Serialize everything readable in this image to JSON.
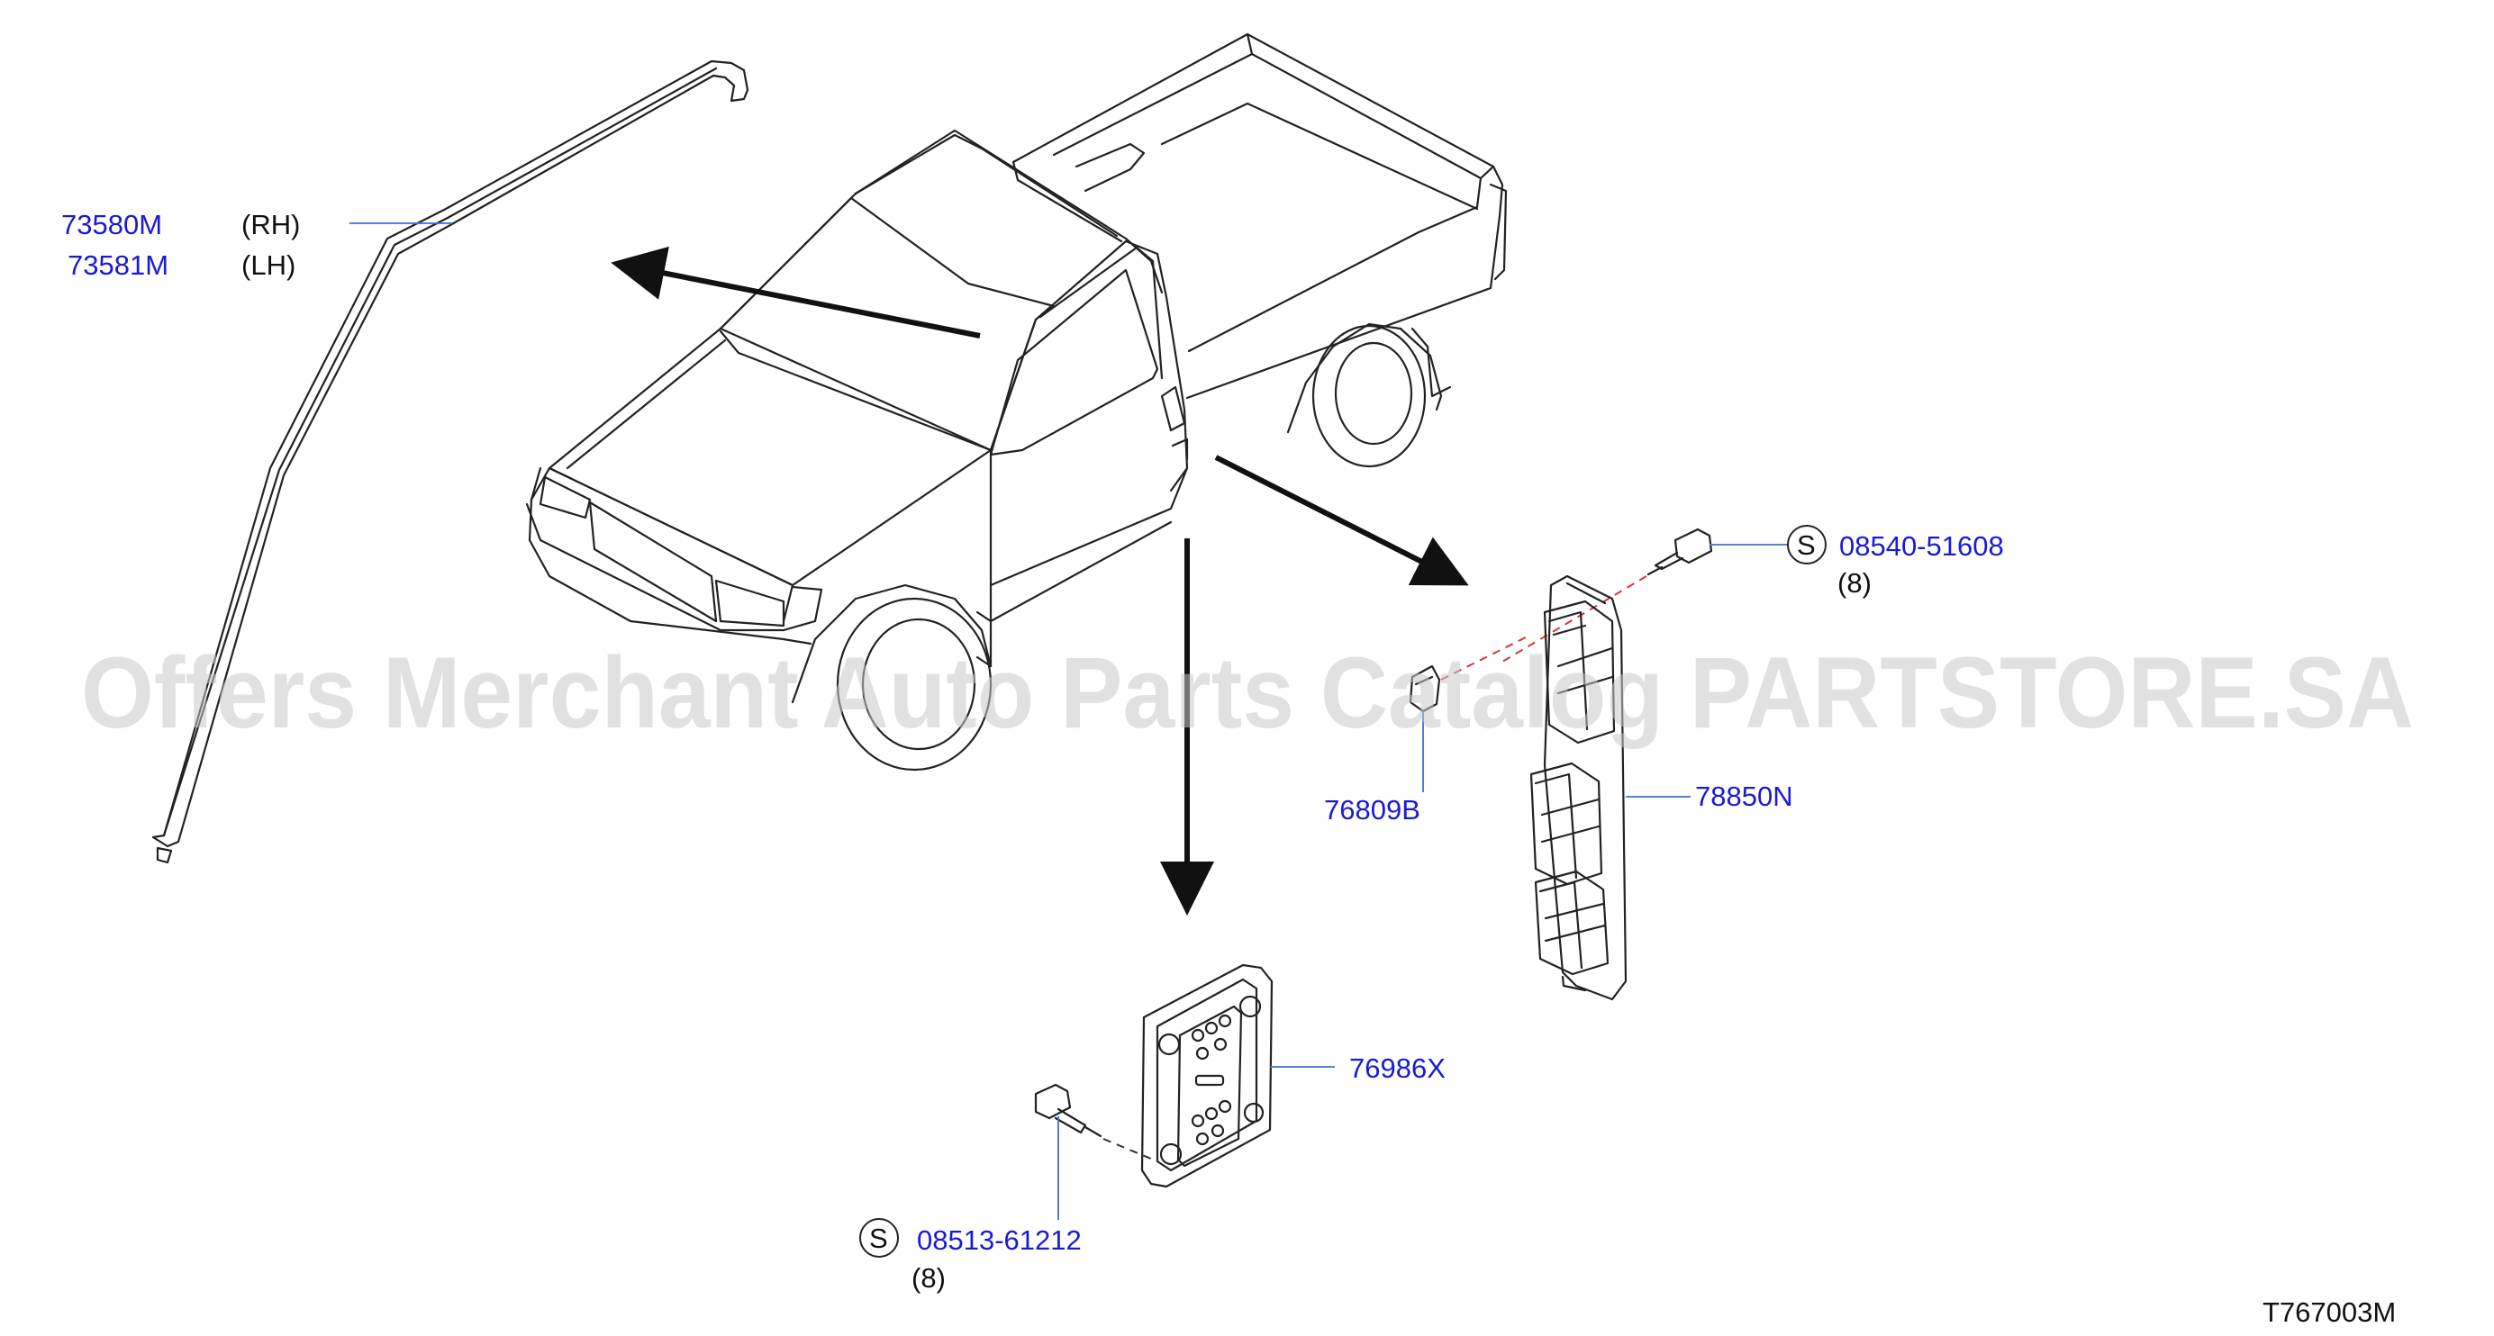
{
  "diagram": {
    "parts": {
      "molding_rh": "73580M",
      "molding_rh_side": "(RH)",
      "molding_lh": "73581M",
      "molding_lh_side": "(LH)",
      "screw_top": "08540-51608",
      "screw_top_qty": "(8)",
      "screw_top_symbol": "S",
      "clip": "76809B",
      "protector": "78850N",
      "plate": "76986X",
      "screw_bottom": "08513-61212",
      "screw_bottom_qty": "(8)",
      "screw_bottom_symbol": "S"
    },
    "diagram_code": "T767003M",
    "watermark": "Offers Merchant Auto Parts Catalog PARTSTORE.SA"
  },
  "colors": {
    "part_number": "#1a1ad6",
    "line": "#222222",
    "leader": "#3a6fd0",
    "dash_red": "#e0303a",
    "watermark": "#c8c8c8"
  }
}
